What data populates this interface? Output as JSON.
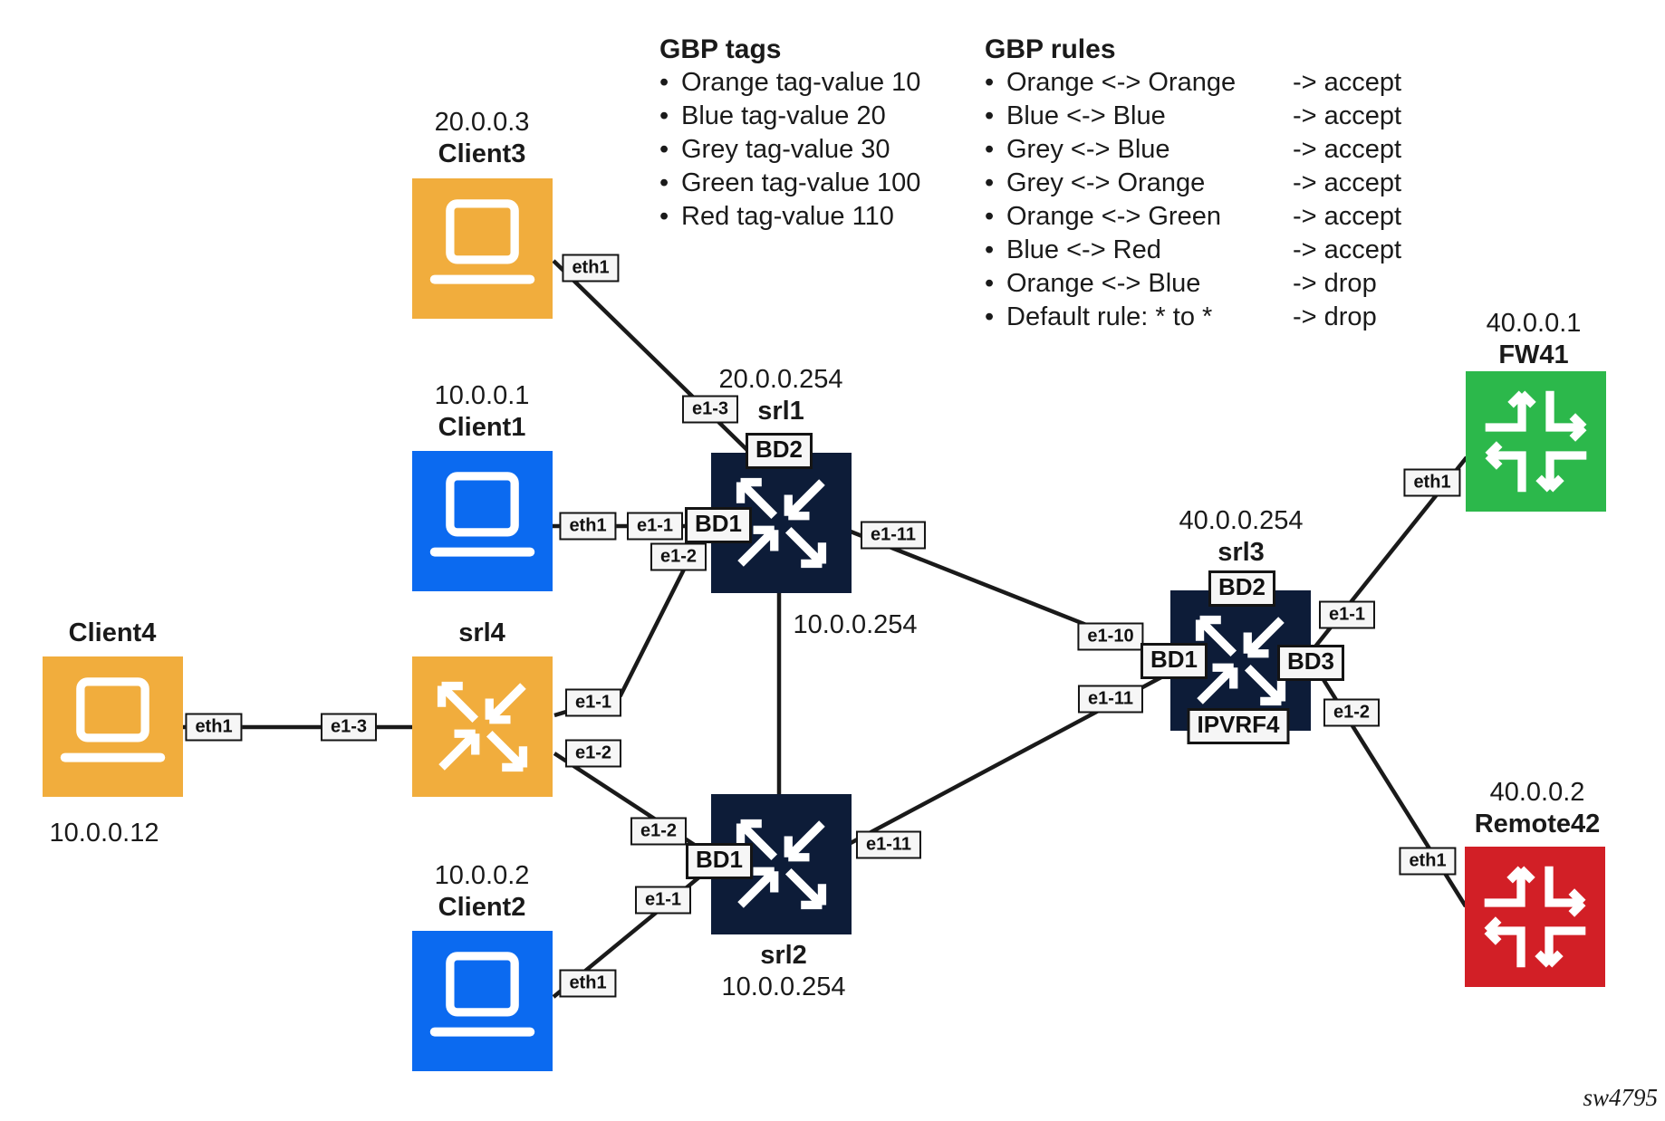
{
  "colors": {
    "orange": "#f1ad3d",
    "blue": "#0b6af0",
    "navy": "#0d1c38",
    "green": "#2cb84b",
    "red": "#d21f26",
    "line": "#1a1a1a",
    "label_bg": "#f6f6f6"
  },
  "gbp_tags": {
    "title": "GBP tags",
    "bullet": "•",
    "items": [
      "Orange tag-value 10",
      "Blue tag-value 20",
      "Grey tag-value 30",
      "Green tag-value 100",
      "Red tag-value 110"
    ]
  },
  "gbp_rules": {
    "title": "GBP rules",
    "bullet": "•",
    "items": [
      {
        "match": "Orange <-> Orange",
        "action": "-> accept"
      },
      {
        "match": "Blue <-> Blue",
        "action": "-> accept"
      },
      {
        "match": "Grey <-> Blue",
        "action": "-> accept"
      },
      {
        "match": "Grey <-> Orange",
        "action": "-> accept"
      },
      {
        "match": "Orange <-> Green",
        "action": "-> accept"
      },
      {
        "match": "Blue <-> Red",
        "action": "-> accept"
      },
      {
        "match": "Orange <-> Blue",
        "action": "-> drop"
      },
      {
        "match": "Default rule: * to *",
        "action": "-> drop"
      }
    ]
  },
  "nodes": {
    "client3": {
      "name": "Client3",
      "ip": "20.0.0.3"
    },
    "client1": {
      "name": "Client1",
      "ip": "10.0.0.1"
    },
    "client4": {
      "name": "Client4",
      "ip": "10.0.0.12"
    },
    "client2": {
      "name": "Client2",
      "ip": "10.0.0.2"
    },
    "srl4": {
      "name": "srl4"
    },
    "srl1": {
      "name": "srl1",
      "ip": "20.0.0.254",
      "ip2": "10.0.0.254"
    },
    "srl2": {
      "name": "srl2",
      "ip": "10.0.0.254"
    },
    "srl3": {
      "name": "srl3",
      "ip": "40.0.0.254"
    },
    "fw41": {
      "name": "FW41",
      "ip": "40.0.0.1"
    },
    "remote42": {
      "name": "Remote42",
      "ip": "40.0.0.2"
    }
  },
  "port_labels": {
    "client3_eth1": "eth1",
    "client1_eth1": "eth1",
    "client1_e1_1": "e1-1",
    "client4_eth1": "eth1",
    "client2_eth1": "eth1",
    "srl1_bd2": "BD2",
    "srl1_bd1": "BD1",
    "srl1_e1_3": "e1-3",
    "srl1_e1_2": "e1-2",
    "srl1_e1_11": "e1-11",
    "srl4_e1_3": "e1-3",
    "srl4_e1_1": "e1-1",
    "srl4_e1_2": "e1-2",
    "srl2_e1_2": "e1-2",
    "srl2_bd1": "BD1",
    "srl2_e1_1": "e1-1",
    "srl2_e1_11": "e1-11",
    "srl3_e1_10": "e1-10",
    "srl3_e1_11": "e1-11",
    "srl3_bd1": "BD1",
    "srl3_bd2": "BD2",
    "srl3_bd3": "BD3",
    "srl3_ipvrf4": "IPVRF4",
    "srl3_e1_1": "e1-1",
    "srl3_e1_2": "e1-2",
    "fw41_eth1": "eth1",
    "remote42_eth1": "eth1"
  },
  "watermark": "sw4795"
}
